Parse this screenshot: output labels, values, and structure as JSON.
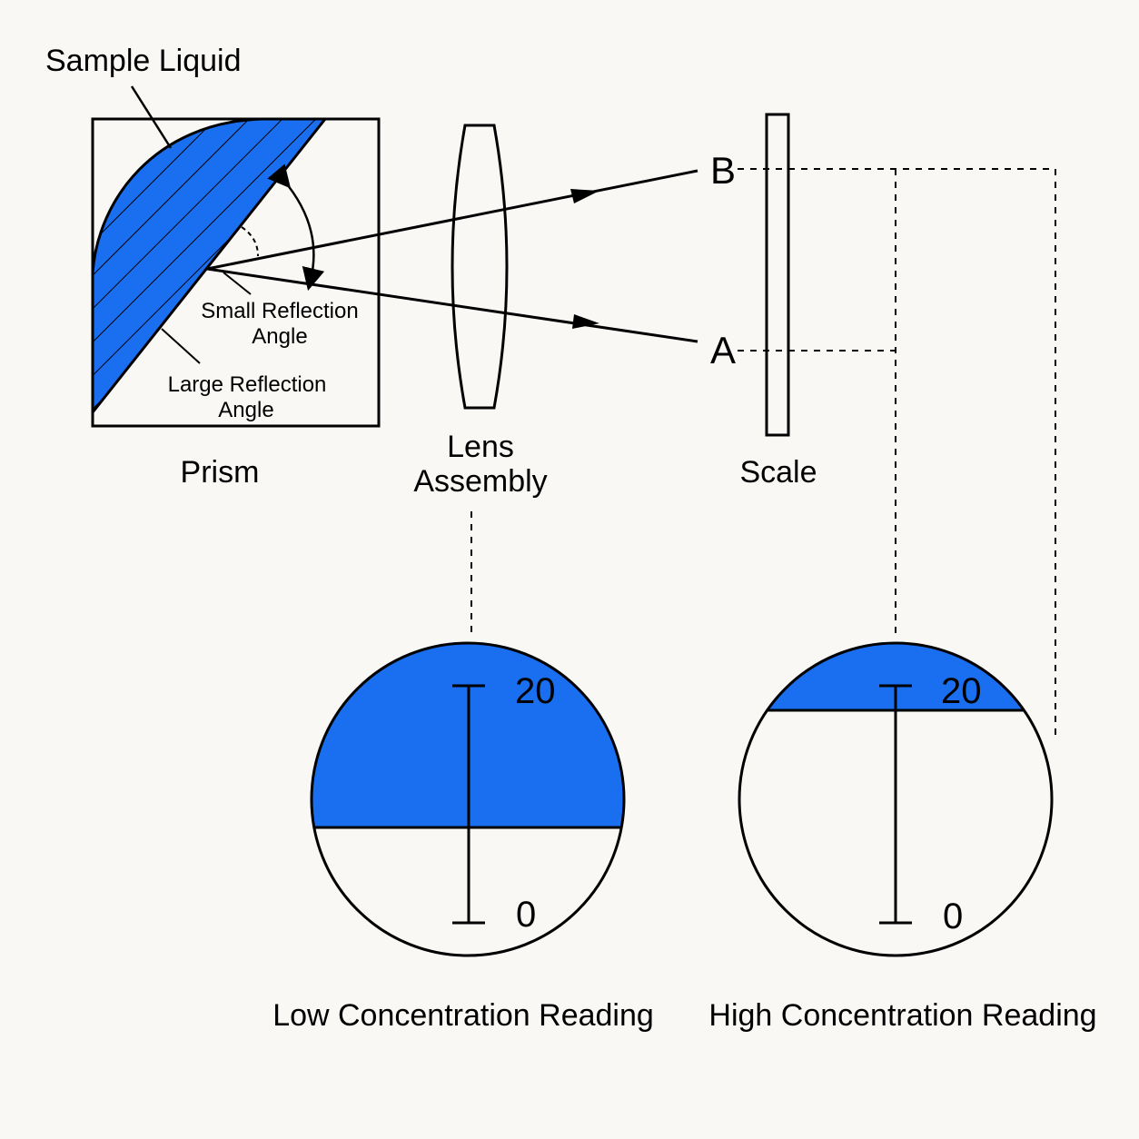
{
  "colors": {
    "liquid": "#1a6ff0",
    "stroke": "#000000",
    "background": "#f9f8f5"
  },
  "labels": {
    "sample_liquid": "Sample Liquid",
    "prism": "Prism",
    "lens_line1": "Lens",
    "lens_line2": "Assembly",
    "scale": "Scale",
    "small_angle_line1": "Small Reflection",
    "small_angle_line2": "Angle",
    "large_angle_line1": "Large Reflection",
    "large_angle_line2": "Angle",
    "point_b": "B",
    "point_a": "A"
  },
  "readings": {
    "low": {
      "caption": "Low Concentration Reading",
      "top_tick": "20",
      "bottom_tick": "0"
    },
    "high": {
      "caption": "High Concentration Reading",
      "top_tick": "20",
      "bottom_tick": "0"
    }
  }
}
